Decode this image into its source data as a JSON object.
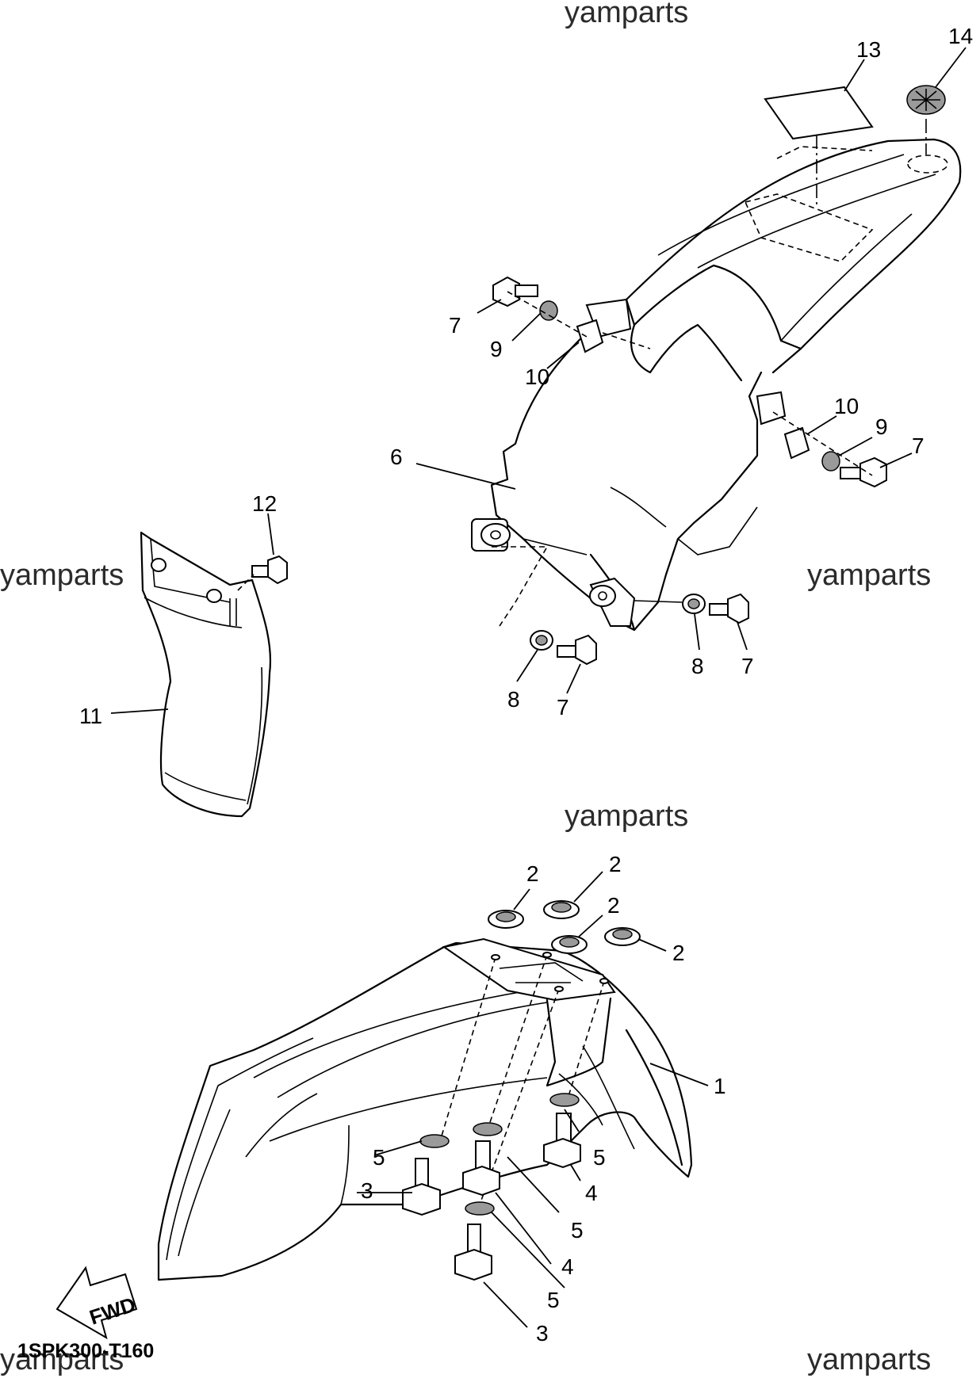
{
  "watermarks": [
    "yamparts",
    "yamparts",
    "yamparts",
    "yamparts",
    "yamparts",
    "yamparts"
  ],
  "diagram_code": "1SPK300-T160",
  "fwd_label": "FWD",
  "callouts": {
    "c1": "1",
    "c2a": "2",
    "c2b": "2",
    "c2c": "2",
    "c2d": "2",
    "c3a": "3",
    "c3b": "3",
    "c4a": "4",
    "c4b": "4",
    "c5a": "5",
    "c5b": "5",
    "c5c": "5",
    "c5d": "5",
    "c6": "6",
    "c7a": "7",
    "c7b": "7",
    "c7c": "7",
    "c7d": "7",
    "c8a": "8",
    "c8b": "8",
    "c9a": "9",
    "c9b": "9",
    "c10a": "10",
    "c10b": "10",
    "c11": "11",
    "c12": "12",
    "c13": "13",
    "c14": "14"
  }
}
